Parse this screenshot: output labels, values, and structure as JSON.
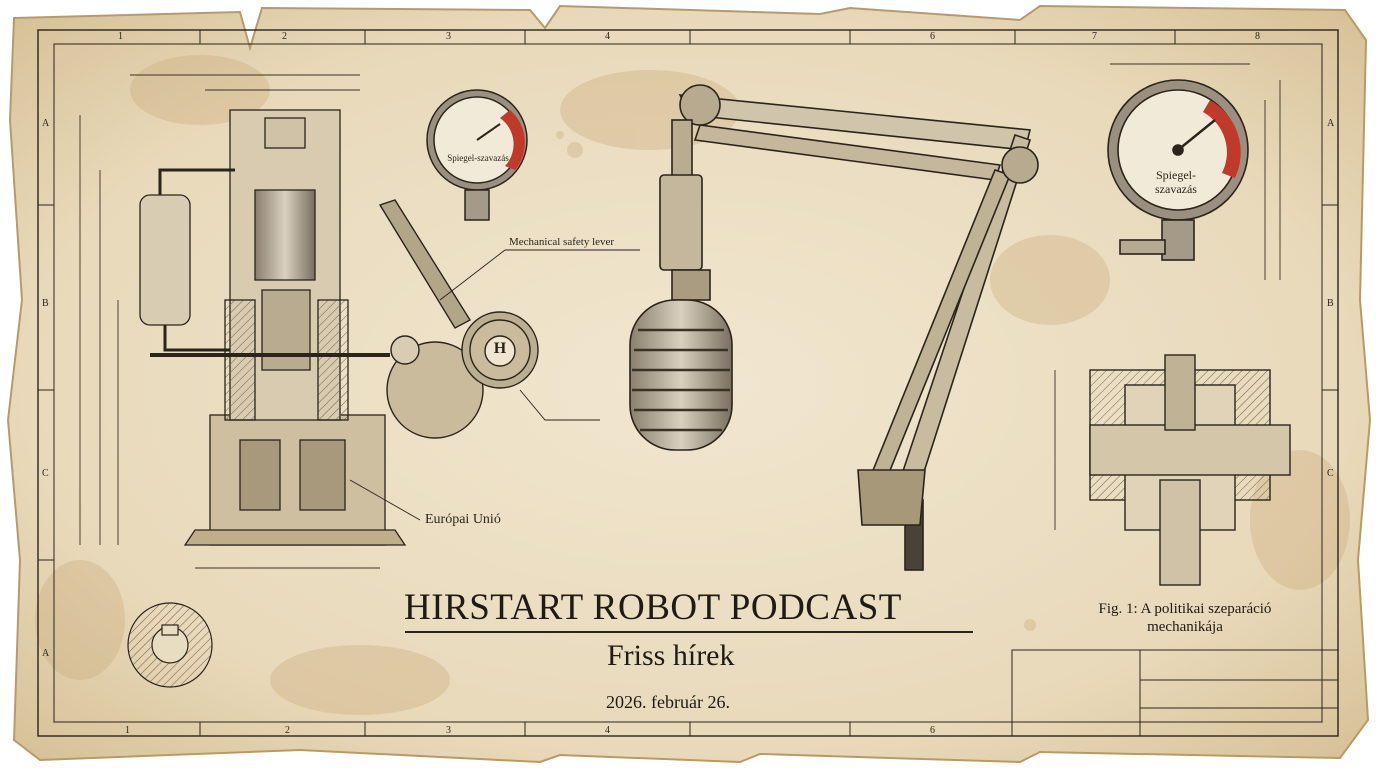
{
  "header": {
    "title": "HIRSTART ROBOT PODCAST",
    "subtitle": "Friss hírek",
    "date": "2026. február 26."
  },
  "figure_caption": "Fig. 1: A politikai szeparáció mechanikája",
  "annotations": {
    "safety_lever": "Mechanical safety lever",
    "eu": "Európai Unió",
    "gear_letter": "H",
    "gauge_small": "Spiegel-szavazás",
    "gauge_big": "Spiegel-szavazás"
  },
  "grid": {
    "columns_top": [
      "1",
      "2",
      "3",
      "4",
      "6",
      "7",
      "8"
    ],
    "columns_bottom": [
      "1",
      "2",
      "3",
      "4",
      "6"
    ],
    "rows_left": [
      "A",
      "B",
      "C",
      "A"
    ],
    "rows_right": [
      "A",
      "B",
      "C"
    ]
  },
  "colors": {
    "paper": "#ece0c7",
    "ink": "#2a241b",
    "stain": "#c9a878",
    "gauge_red": "#c0392b"
  }
}
